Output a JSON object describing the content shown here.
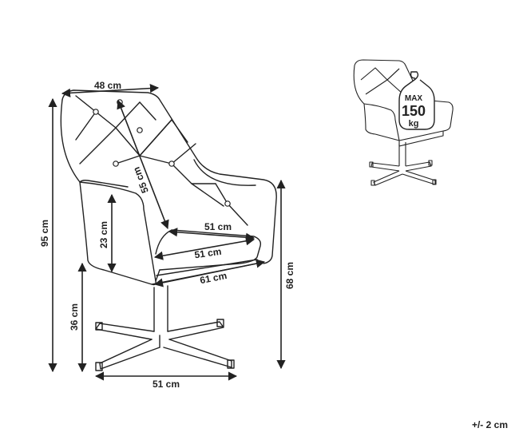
{
  "dimensions": {
    "width_top": "48 cm",
    "backrest_diagonal": "55 cm",
    "total_height": "95 cm",
    "armrest_height": "23 cm",
    "seat_depth": "51 cm",
    "seat_width": "51 cm",
    "overall_depth": "61 cm",
    "arm_height": "68 cm",
    "seat_height": "36 cm",
    "base_width": "51 cm"
  },
  "badge": {
    "line1": "MAX",
    "line2": "150",
    "line3": "kg"
  },
  "tolerance": "+/- 2 cm",
  "colors": {
    "stroke": "#222222",
    "background": "#ffffff"
  }
}
